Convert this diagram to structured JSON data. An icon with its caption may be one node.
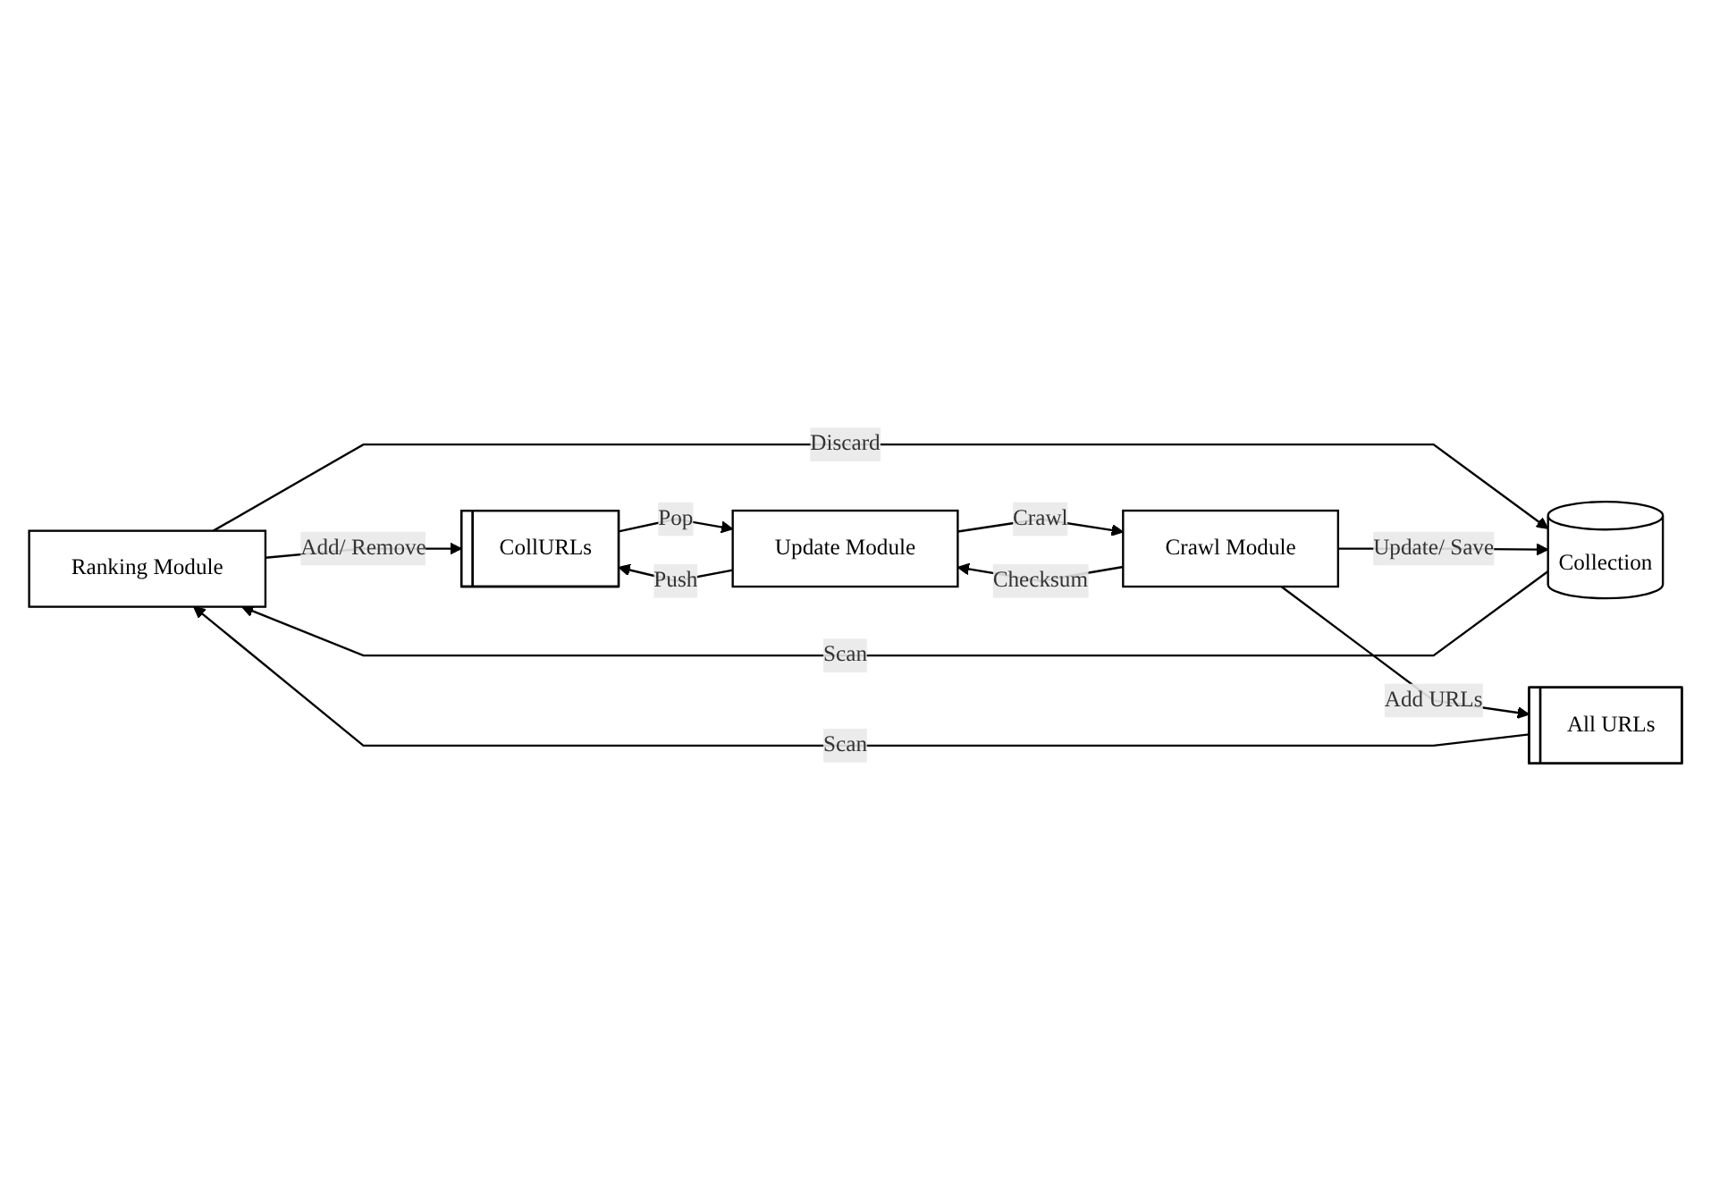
{
  "diagram": {
    "nodes": [
      {
        "text": [
          "Ranking Module"
        ]
      },
      {
        "text": [
          "All URLs"
        ]
      },
      {
        "text": [
          "CollURLs"
        ]
      },
      {
        "text": [
          "Update Module"
        ]
      },
      {
        "text": [
          "Collection"
        ]
      },
      {
        "text": [
          "Crawl Module"
        ]
      }
    ],
    "edges": [
      {
        "from": 1,
        "to": 0,
        "arrow": "to",
        "label": "Scan"
      },
      {
        "from": 4,
        "to": 0,
        "arrow": "to",
        "label": "Scan"
      },
      {
        "from": 0,
        "to": 4,
        "arrow": "to",
        "label": "Discard"
      },
      {
        "from": 0,
        "to": 2,
        "arrow": "to",
        "label": "Add/ Remove"
      },
      {
        "from": 2,
        "to": 3,
        "arrow": "to",
        "label": "Pop"
      },
      {
        "from": 3,
        "to": 2,
        "arrow": "to",
        "label": "Push"
      },
      {
        "from": 3,
        "to": 5,
        "arrow": "to",
        "label": "Crawl"
      },
      {
        "from": 5,
        "to": 3,
        "arrow": "to",
        "label": "Checksum"
      },
      {
        "from": 5,
        "to": 1,
        "arrow": "to",
        "label": "Add URLs"
      },
      {
        "from": 5,
        "to": 4,
        "arrow": "to",
        "label": "Update/ Save"
      }
    ]
  }
}
